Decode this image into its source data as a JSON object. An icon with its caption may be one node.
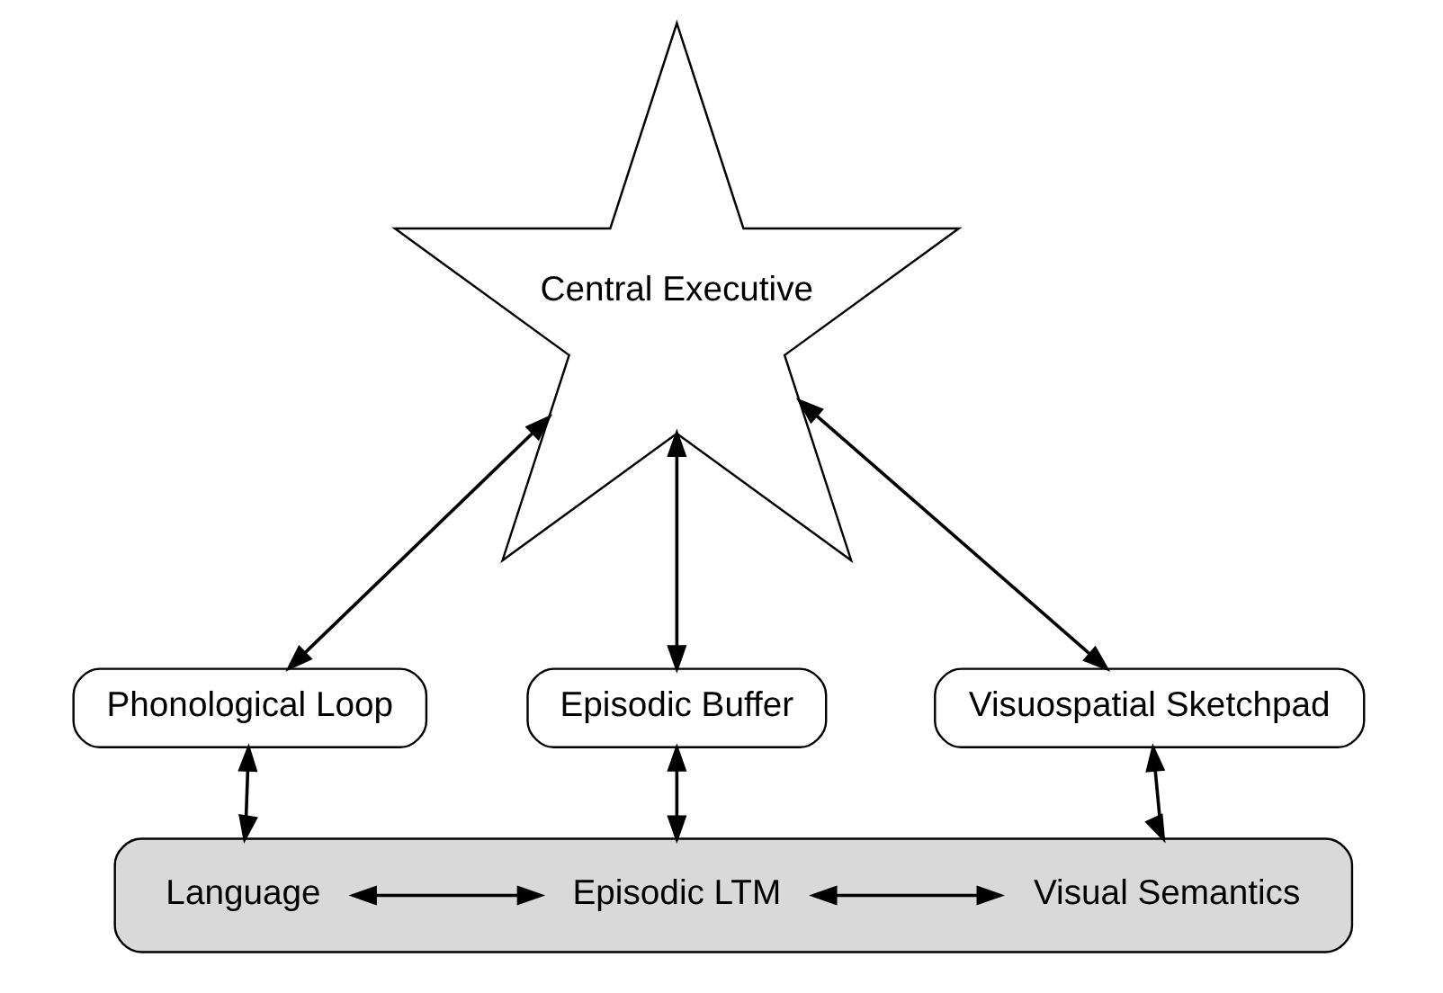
{
  "diagram": {
    "nodes": [
      {
        "text": [
          "Central Executive"
        ]
      },
      {
        "text": [
          "Phonological Loop"
        ]
      },
      {
        "text": [
          "Episodic Buffer"
        ]
      },
      {
        "text": [
          "Visuospatial Sketchpad"
        ]
      },
      {
        "text": [],
        "shape": "box"
      },
      {
        "text": [
          "Language"
        ],
        "in": 4
      },
      {
        "text": [
          "Episodic LTM"
        ],
        "in": 4
      },
      {
        "text": [
          "Visual Semantics"
        ],
        "in": 4
      }
    ],
    "edges": [
      {
        "from": 0,
        "to": 1,
        "arrow": "both"
      },
      {
        "from": 0,
        "to": 2,
        "arrow": "both"
      },
      {
        "from": 0,
        "to": 3,
        "arrow": "both"
      },
      {
        "from": 1,
        "to": 4,
        "arrow": "both"
      },
      {
        "from": 2,
        "to": 4,
        "arrow": "both"
      },
      {
        "from": 3,
        "to": 4,
        "arrow": "both"
      },
      {
        "from": 5,
        "to": 6,
        "arrow": "both"
      },
      {
        "from": 6,
        "to": 7,
        "arrow": "both"
      }
    ]
  }
}
